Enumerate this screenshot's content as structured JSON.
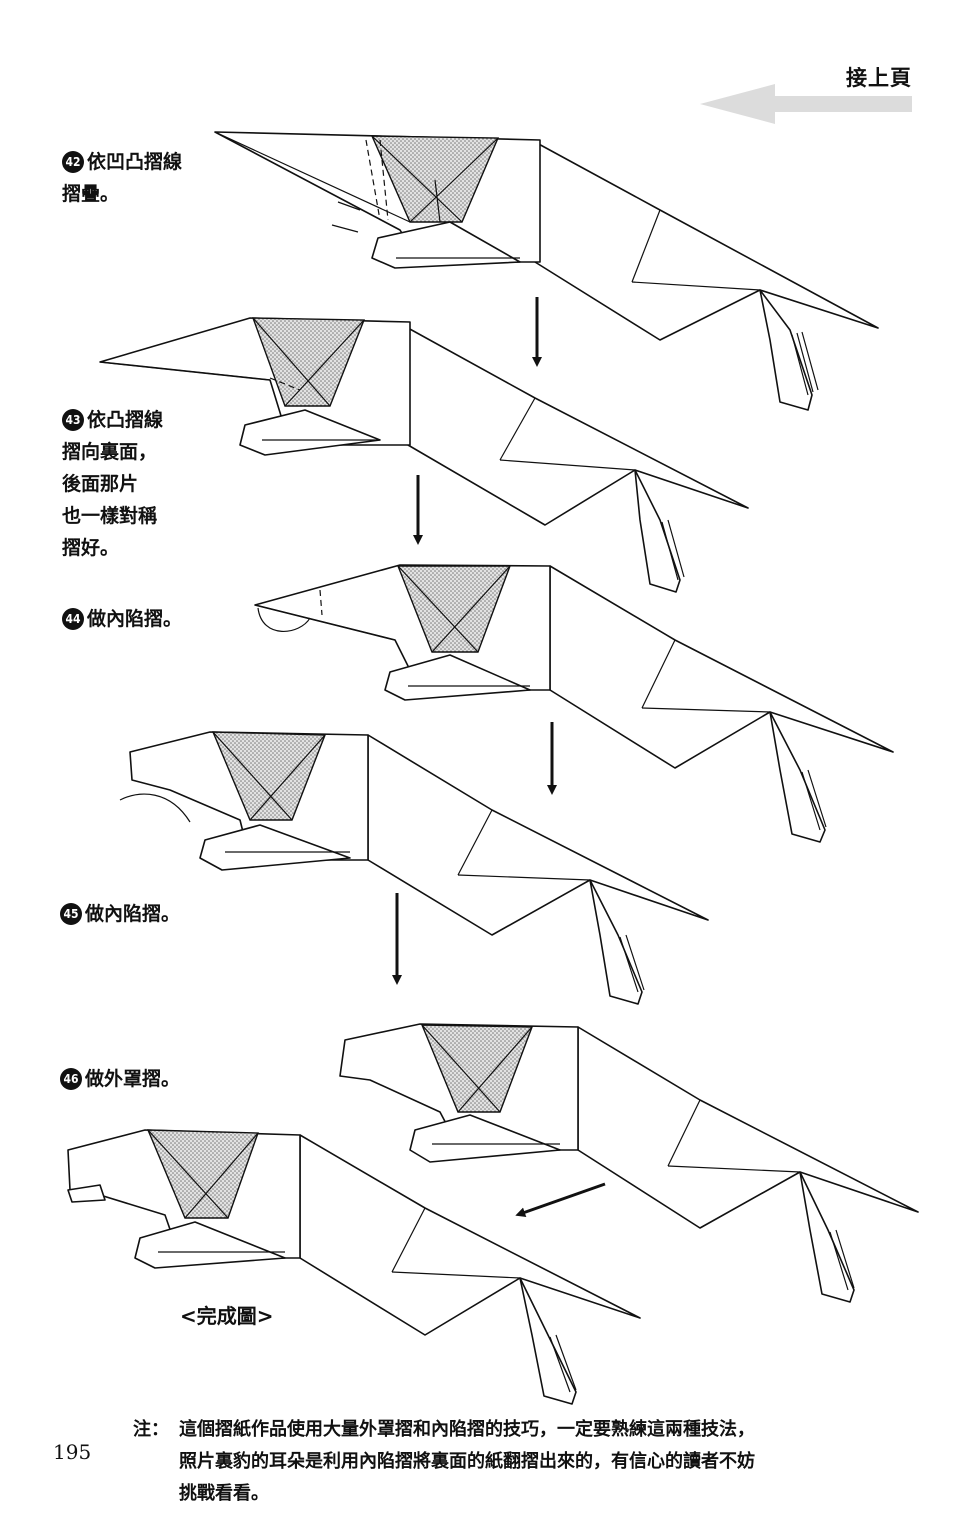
{
  "header": {
    "continued_label": "接上頁"
  },
  "steps": [
    {
      "number": "42",
      "text": "依凹凸摺線\n摺疊。"
    },
    {
      "number": "43",
      "text": "依凸摺線\n摺向裏面，\n後面那片\n也一樣對稱\n摺好。"
    },
    {
      "number": "44",
      "text": "做內陷摺。"
    },
    {
      "number": "45",
      "text": "做內陷摺。"
    },
    {
      "number": "46",
      "text": "做外罩摺。"
    }
  ],
  "caption": "<完成圖>",
  "note": {
    "prefix": "注：",
    "text": "這個摺紙作品使用大量外罩摺和內陷摺的技巧，一定要熟練這兩種技法，\n照片裏豹的耳朵是利用內陷摺將裏面的紙翻摺出來的，有信心的讀者不妨\n挑戰看看。"
  },
  "page_number": "195",
  "colors": {
    "ink": "#111111",
    "paper": "#ffffff",
    "shade": "#cfcfcf",
    "arrow_gray": "#d9d9d9"
  }
}
